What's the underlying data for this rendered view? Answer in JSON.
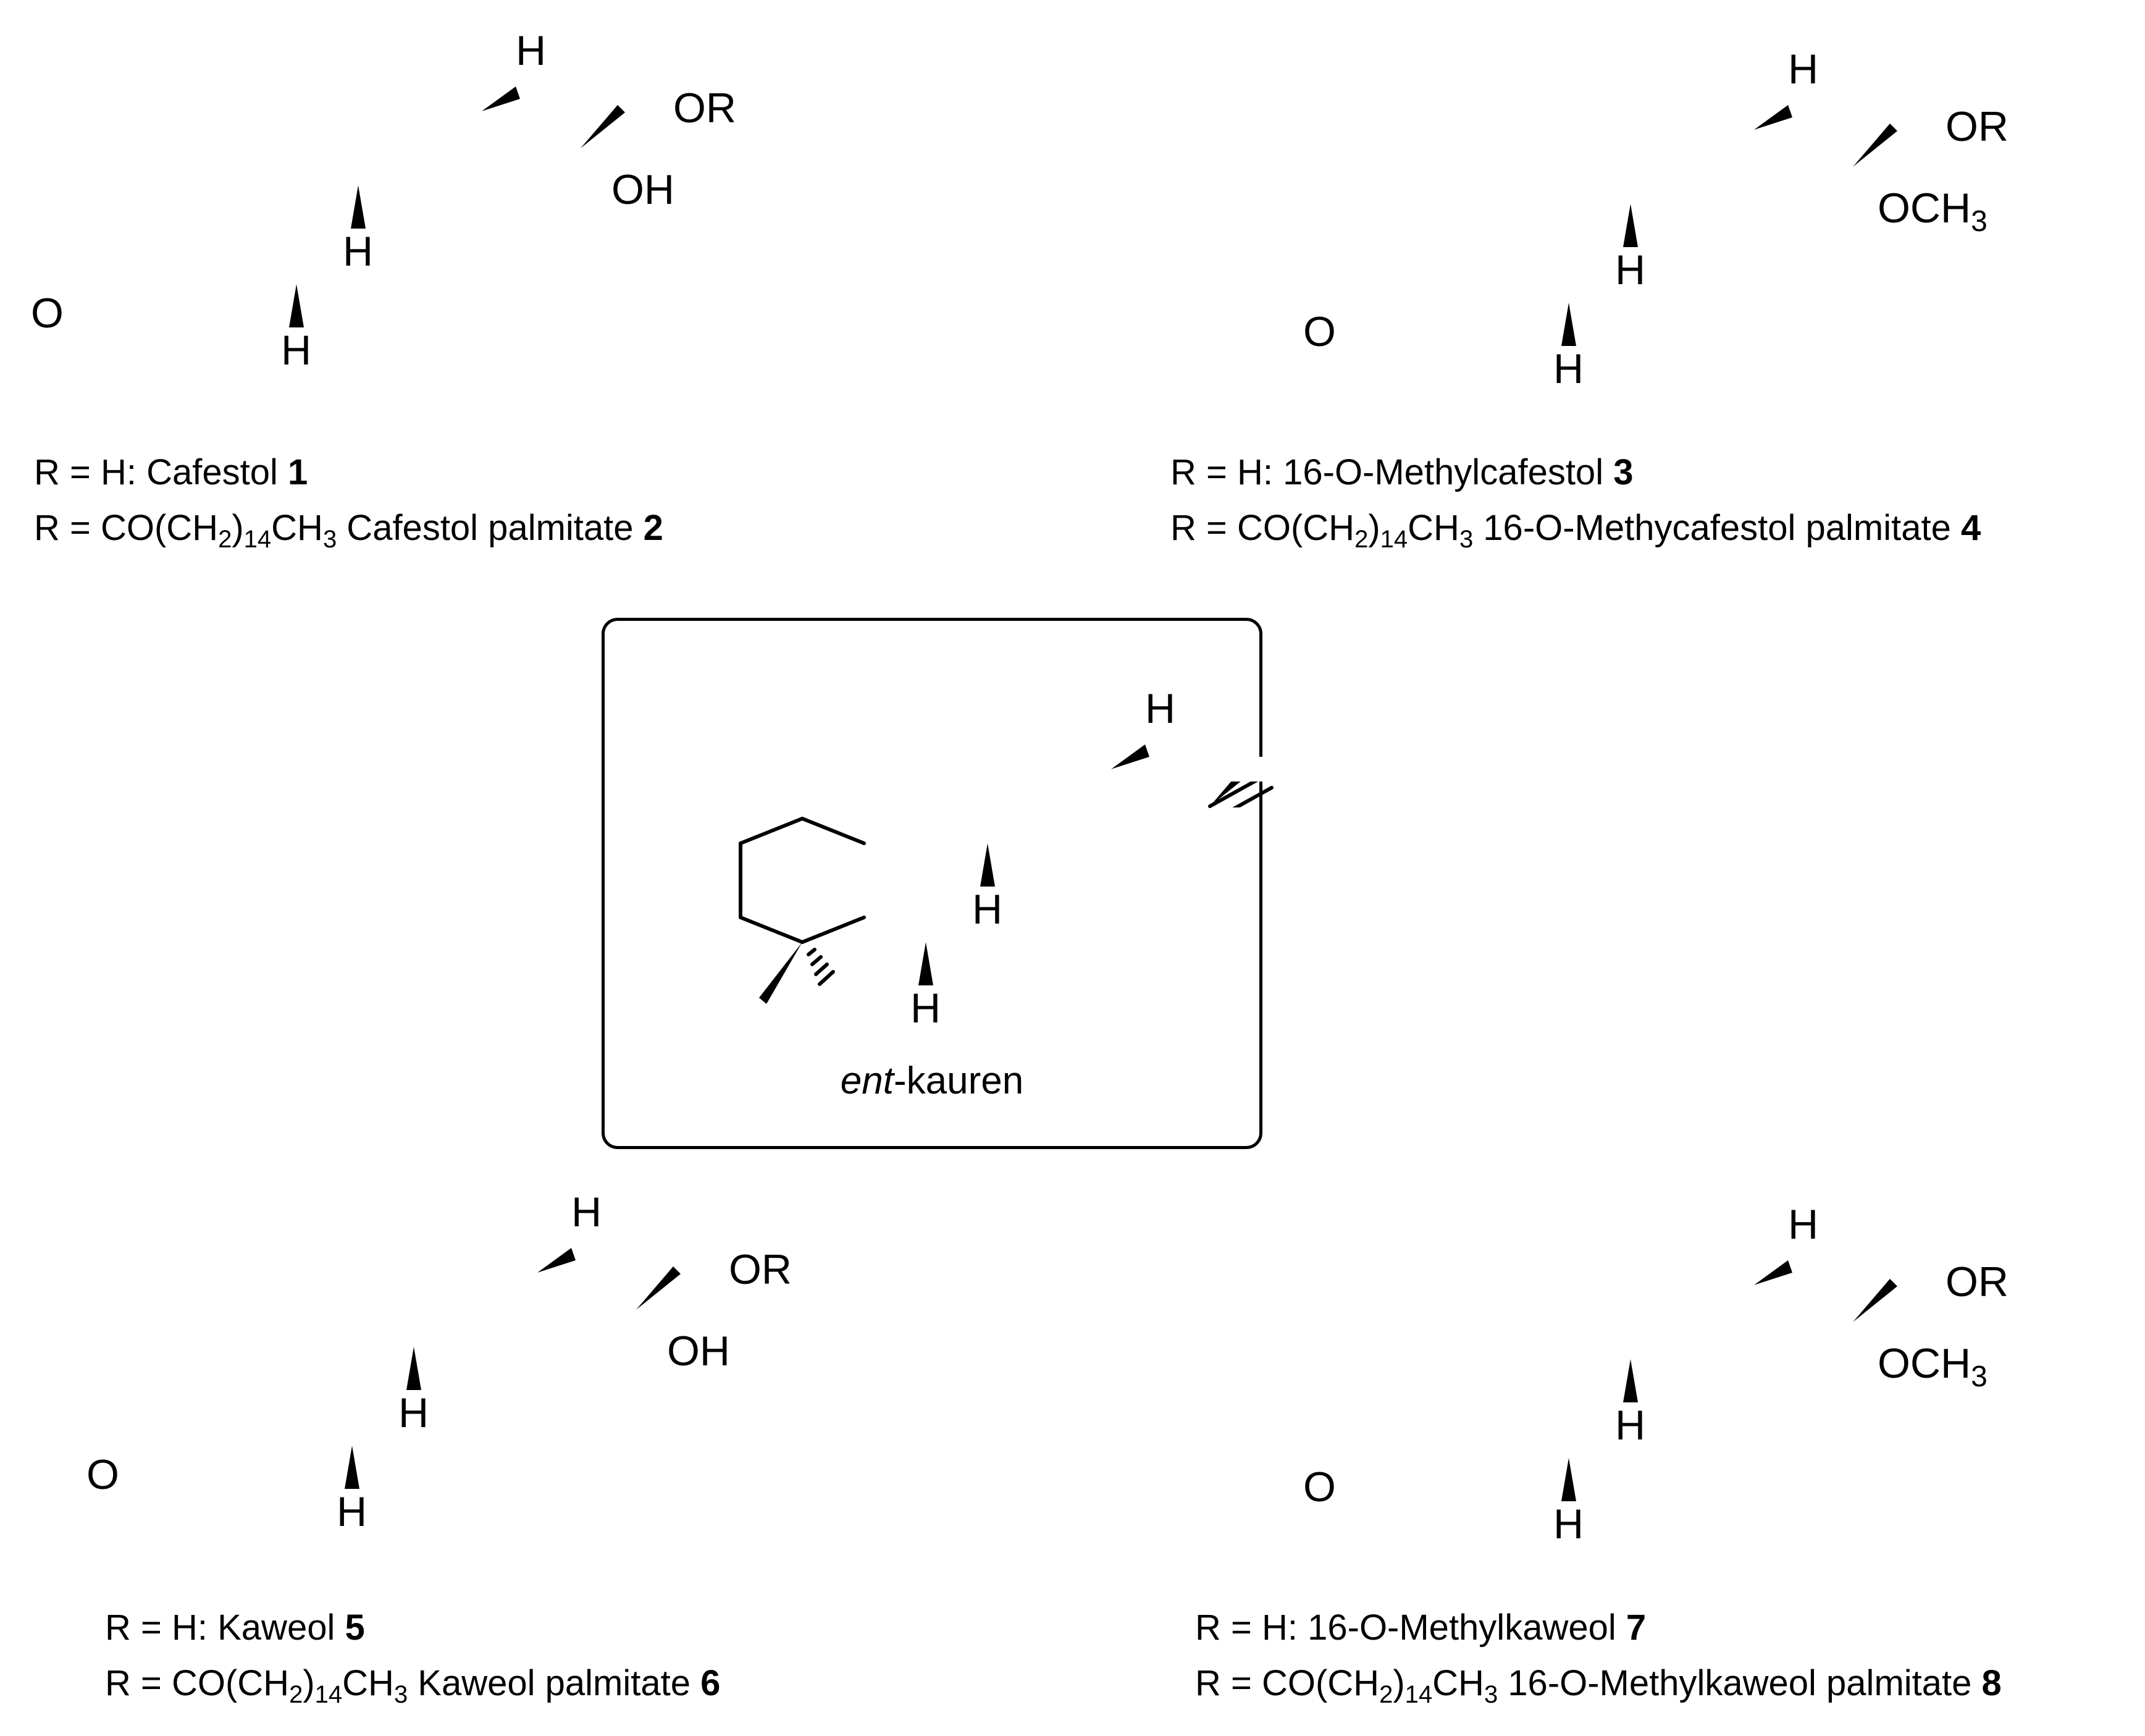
{
  "compounds": [
    {
      "id": "cafestol",
      "atom_labels": {
        "h_top": "H",
        "or": "OR",
        "sub": "OH",
        "h_mid": "H",
        "h_low": "H",
        "o_ring": "O"
      },
      "caption_line1": {
        "prefix": "R = H: ",
        "name": "Cafestol ",
        "num": "1"
      },
      "caption_line2": {
        "prefix": "R = CO(CH",
        "sub1": "2",
        "mid1": ")",
        "sub2": "14",
        "mid2": "CH",
        "sub3": "3",
        "name": " Cafestol palmitate ",
        "num": "2"
      }
    },
    {
      "id": "methylcafestol",
      "atom_labels": {
        "h_top": "H",
        "or": "OR",
        "sub": "OCH",
        "sub_sub": "3",
        "h_mid": "H",
        "h_low": "H",
        "o_ring": "O"
      },
      "caption_line1": {
        "prefix": "R = H: ",
        "name": "16-O-Methylcafestol ",
        "num": "3"
      },
      "caption_line2": {
        "prefix": "R = CO(CH",
        "sub1": "2",
        "mid1": ")",
        "sub2": "14",
        "mid2": "CH",
        "sub3": "3",
        "name": " 16-O-Methycafestol palmitate ",
        "num": "4"
      }
    },
    {
      "id": "kaweol",
      "atom_labels": {
        "h_top": "H",
        "or": "OR",
        "sub": "OH",
        "h_mid": "H",
        "h_low": "H",
        "o_ring": "O"
      },
      "caption_line1": {
        "prefix": "R = H: ",
        "name": "Kaweol ",
        "num": "5"
      },
      "caption_line2": {
        "prefix": "R = CO(CH",
        "sub1": "2",
        "mid1": ")",
        "sub2": "14",
        "mid2": "CH",
        "sub3": "3",
        "name": " Kaweol palmitate ",
        "num": "6"
      }
    },
    {
      "id": "methylkaweol",
      "atom_labels": {
        "h_top": "H",
        "or": "OR",
        "sub": "OCH",
        "sub_sub": "3",
        "h_mid": "H",
        "h_low": "H",
        "o_ring": "O"
      },
      "caption_line1": {
        "prefix": "R = H: ",
        "name": "16-O-Methylkaweol ",
        "num": "7"
      },
      "caption_line2": {
        "prefix": "R = CO(CH",
        "sub1": "2",
        "mid1": ")",
        "sub2": "14",
        "mid2": "CH",
        "sub3": "3",
        "name": " 16-O-Methylkaweol palmitate ",
        "num": "8"
      }
    }
  ],
  "center": {
    "label_italic": "ent",
    "label_rest": "-kauren",
    "atom_labels": {
      "h_top": "H",
      "h_mid": "H",
      "h_low": "H"
    }
  }
}
